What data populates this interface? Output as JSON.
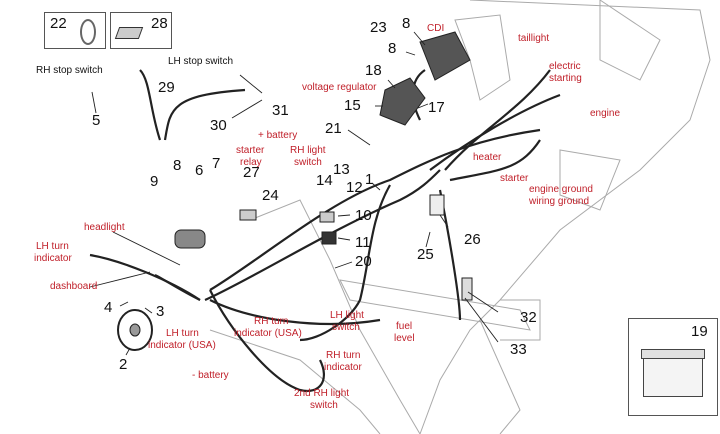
{
  "title": "Electrical system exploded diagram",
  "colors": {
    "label_red": "#c0202a",
    "label_black": "#111111",
    "line": "#333333",
    "frame": "#aaaaaa"
  },
  "inset_boxes": [
    {
      "part": "22",
      "item": "hose-clamp"
    },
    {
      "part": "28",
      "item": "cable-clip"
    },
    {
      "part": "19",
      "item": "battery"
    }
  ],
  "part_numbers": {
    "p1": "1",
    "p2": "2",
    "p3": "3",
    "p4": "4",
    "p5": "5",
    "p6": "6",
    "p7": "7",
    "p8a": "8",
    "p8b": "8",
    "p8c": "8",
    "p9": "9",
    "p10": "10",
    "p11": "11",
    "p12": "12",
    "p13": "13",
    "p14": "14",
    "p15": "15",
    "p17": "17",
    "p18": "18",
    "p19": "19",
    "p20": "20",
    "p21": "21",
    "p22": "22",
    "p23": "23",
    "p24": "24",
    "p25": "25",
    "p26": "26",
    "p27": "27",
    "p28": "28",
    "p29": "29",
    "p30": "30",
    "p31": "31",
    "p32": "32",
    "p33": "33"
  },
  "labels_black": {
    "rh_stop_switch": "RH stop switch",
    "lh_stop_switch": "LH stop switch"
  },
  "labels_red": {
    "cdi": "CDI",
    "taillight": "taillight",
    "electric_starting_1": "electric",
    "electric_starting_2": "starting",
    "engine": "engine",
    "voltage_regulator": "voltage regulator",
    "plus_battery": "+ battery",
    "starter_relay_1": "starter",
    "starter_relay_2": "relay",
    "rh_light_switch_1": "RH light",
    "rh_light_switch_2": "switch",
    "heater": "heater",
    "starter": "starter",
    "engine_ground": "engine ground",
    "wiring_ground": "wiring ground",
    "headlight": "headlight",
    "lh_turn_indicator_1": "LH turn",
    "lh_turn_indicator_2": "indicator",
    "dashboard": "dashboard",
    "lh_turn_usa_1": "LH turn",
    "lh_turn_usa_2": "indicator (USA)",
    "rh_turn_usa_1": "RH turn",
    "rh_turn_usa_2": "indicator (USA)",
    "lh_light_switch_1": "LH light",
    "lh_light_switch_2": "switch",
    "fuel_level_1": "fuel",
    "fuel_level_2": "level",
    "rh_turn_indicator_1": "RH turn",
    "rh_turn_indicator_2": "indicator",
    "minus_battery": "- battery",
    "second_rh_light_switch_1": "2nd RH light",
    "second_rh_light_switch_2": "switch"
  }
}
